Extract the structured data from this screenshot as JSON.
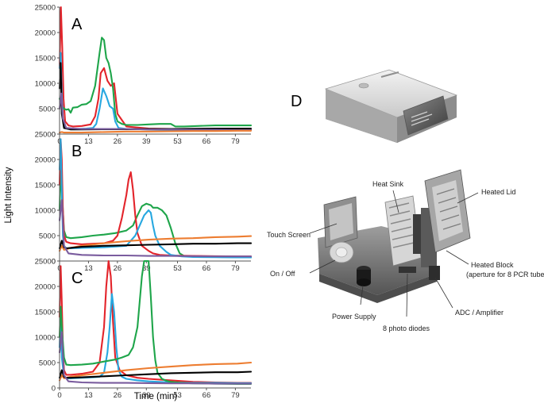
{
  "chart_data": [
    {
      "type": "line",
      "panel_label": "A",
      "ylabel": "Light Intensity",
      "xlabel": "Time (min)",
      "xlim": [
        0,
        86
      ],
      "ylim": [
        0,
        25000
      ],
      "yticks": [
        "0",
        "5000",
        "10000",
        "15000",
        "20000",
        "25000"
      ],
      "xticks": [
        "0",
        "13",
        "26",
        "39",
        "53",
        "66",
        "79"
      ],
      "grid": false,
      "series": [
        {
          "color": "#e3242b",
          "x": [
            0,
            0.6,
            1.2,
            1.8,
            2.5,
            4,
            6,
            10,
            14,
            16,
            17.5,
            18.5,
            20,
            21.5,
            23,
            24.5,
            26,
            30,
            40,
            50,
            60,
            70,
            80,
            86
          ],
          "y": [
            13000,
            25000,
            17000,
            7000,
            2500,
            1700,
            1500,
            1600,
            1900,
            3500,
            7000,
            12000,
            13000,
            10500,
            9500,
            10000,
            4000,
            1500,
            1100,
            1000,
            950,
            900,
            850,
            850
          ]
        },
        {
          "color": "#1ea54a",
          "x": [
            0,
            1,
            2,
            3,
            4,
            5,
            6,
            8,
            10,
            12,
            14,
            16,
            18,
            19,
            20,
            21,
            22,
            23,
            24,
            25,
            26,
            28,
            30,
            35,
            40,
            45,
            50,
            52,
            56,
            62,
            70,
            80,
            86
          ],
          "y": [
            7000,
            5500,
            5000,
            4800,
            4900,
            4200,
            5200,
            5300,
            5800,
            5900,
            6500,
            9500,
            16000,
            19000,
            18500,
            15000,
            14000,
            12000,
            9000,
            4000,
            2500,
            2000,
            1800,
            1800,
            1900,
            2000,
            2000,
            1500,
            1500,
            1600,
            1700,
            1700,
            1700
          ]
        },
        {
          "color": "#27a8e0",
          "x": [
            0,
            0.5,
            1,
            1.5,
            2,
            3,
            5,
            8,
            12,
            15,
            16.5,
            18,
            19.5,
            21,
            22.5,
            24,
            25,
            26.5,
            30,
            40,
            50,
            60,
            70,
            80,
            86
          ],
          "y": [
            13000,
            16000,
            8000,
            3000,
            1500,
            1100,
            1000,
            1000,
            1100,
            1200,
            2000,
            5000,
            9000,
            7500,
            5500,
            5000,
            2500,
            1200,
            1000,
            900,
            800,
            800,
            750,
            750,
            750
          ]
        },
        {
          "color": "#000000",
          "x": [
            0,
            0.5,
            1,
            2,
            5,
            10,
            20,
            30,
            40,
            50,
            60,
            70,
            80,
            86
          ],
          "y": [
            9000,
            14000,
            4000,
            1200,
            900,
            900,
            950,
            950,
            1000,
            1000,
            1050,
            1100,
            1100,
            1100
          ]
        },
        {
          "color": "#7a5c9e",
          "x": [
            0,
            0.8,
            1.5,
            3,
            10,
            20,
            30,
            40,
            50,
            60,
            70,
            80,
            86
          ],
          "y": [
            5000,
            8000,
            3000,
            1200,
            1000,
            1000,
            1000,
            900,
            900,
            850,
            850,
            800,
            800
          ]
        },
        {
          "color": "#ed7d31",
          "x": [
            0,
            1,
            2,
            5,
            10,
            20,
            30,
            40,
            50,
            60,
            70,
            80,
            86
          ],
          "y": [
            300,
            400,
            300,
            300,
            300,
            400,
            500,
            500,
            550,
            600,
            600,
            650,
            650
          ]
        }
      ]
    },
    {
      "type": "line",
      "panel_label": "B",
      "xlim": [
        0,
        86
      ],
      "ylim": [
        0,
        25000
      ],
      "yticks": [
        "0",
        "5000",
        "10000",
        "15000",
        "20000",
        "25000"
      ],
      "xticks": [
        "0",
        "13",
        "26",
        "39",
        "53",
        "66",
        "79"
      ],
      "grid": false,
      "series": [
        {
          "color": "#1ea54a",
          "x": [
            0,
            0.5,
            1,
            2,
            3,
            5,
            10,
            15,
            20,
            25,
            30,
            33,
            35,
            37,
            39,
            41,
            42,
            44,
            46,
            48,
            50,
            52,
            54,
            56,
            60,
            70,
            80,
            86
          ],
          "y": [
            10000,
            18000,
            14000,
            6000,
            4700,
            4500,
            4700,
            5000,
            5200,
            5500,
            6000,
            7000,
            9000,
            10800,
            11300,
            11000,
            10500,
            10500,
            10000,
            9000,
            6500,
            3500,
            1500,
            1000,
            900,
            800,
            750,
            700
          ]
        },
        {
          "color": "#e3242b",
          "x": [
            0,
            0.5,
            1,
            1.5,
            2,
            3,
            5,
            10,
            15,
            20,
            24,
            26,
            28,
            30,
            31,
            32,
            33,
            34,
            35,
            37,
            40,
            42,
            45,
            50,
            60,
            70,
            80,
            86
          ],
          "y": [
            15000,
            24000,
            20000,
            10000,
            5000,
            3800,
            3500,
            3300,
            3400,
            3500,
            4000,
            5000,
            8500,
            13000,
            16000,
            17500,
            14000,
            9000,
            5500,
            3000,
            2000,
            1500,
            1200,
            1100,
            1000,
            950,
            900,
            900
          ]
        },
        {
          "color": "#27a8e0",
          "x": [
            0,
            0.5,
            1,
            1.5,
            2,
            3,
            5,
            10,
            20,
            30,
            34,
            36,
            38,
            40,
            41,
            42,
            43,
            45,
            48,
            50,
            55,
            60,
            70,
            80,
            86
          ],
          "y": [
            18000,
            24000,
            14000,
            5000,
            3000,
            2500,
            2500,
            2600,
            2700,
            3000,
            5000,
            7000,
            9000,
            10000,
            9500,
            7000,
            5000,
            3000,
            1800,
            1200,
            900,
            800,
            750,
            700,
            700
          ]
        },
        {
          "color": "#ed7d31",
          "x": [
            0,
            1,
            2,
            3,
            5,
            10,
            20,
            30,
            40,
            50,
            60,
            70,
            80,
            86
          ],
          "y": [
            2000,
            3000,
            2200,
            2300,
            2600,
            3000,
            3500,
            3900,
            4200,
            4400,
            4500,
            4700,
            4800,
            4900
          ]
        },
        {
          "color": "#000000",
          "x": [
            0,
            1,
            2,
            3,
            5,
            10,
            20,
            30,
            40,
            50,
            60,
            70,
            80,
            86
          ],
          "y": [
            2500,
            4000,
            2700,
            2500,
            2600,
            2800,
            3000,
            3100,
            3200,
            3300,
            3400,
            3400,
            3500,
            3500
          ]
        },
        {
          "color": "#7a5c9e",
          "x": [
            0,
            1,
            2,
            4,
            10,
            20,
            30,
            40,
            50,
            60,
            70,
            80,
            86
          ],
          "y": [
            8000,
            12000,
            3000,
            1500,
            1200,
            1100,
            1100,
            1000,
            1000,
            950,
            900,
            900,
            900
          ]
        }
      ]
    },
    {
      "type": "line",
      "panel_label": "C",
      "xlim": [
        0,
        86
      ],
      "ylim": [
        0,
        25000
      ],
      "yticks": [
        "0",
        "5000",
        "10000",
        "15000",
        "20000",
        "25000"
      ],
      "xticks": [
        "0",
        "13",
        "26",
        "39",
        "53",
        "66",
        "79"
      ],
      "grid": false,
      "series": [
        {
          "color": "#e3242b",
          "x": [
            0,
            0.5,
            1,
            1.5,
            2,
            3,
            5,
            10,
            15,
            18,
            20,
            21,
            22,
            23,
            24,
            25,
            27,
            30,
            35,
            40,
            50,
            60,
            70,
            80,
            86
          ],
          "y": [
            14000,
            24000,
            17000,
            8000,
            3500,
            2600,
            2600,
            2800,
            3200,
            5000,
            12000,
            20000,
            25500,
            22000,
            13000,
            6000,
            3500,
            2500,
            2000,
            1800,
            1500,
            1200,
            1100,
            1000,
            1000
          ]
        },
        {
          "color": "#27a8e0",
          "x": [
            0,
            0.5,
            1,
            2,
            3,
            5,
            10,
            15,
            18,
            20,
            21.5,
            22.5,
            23.5,
            24.5,
            25.5,
            26.5,
            28,
            30,
            35,
            40,
            50,
            60,
            70,
            80,
            86
          ],
          "y": [
            8000,
            14000,
            6000,
            2200,
            1900,
            1900,
            2000,
            2100,
            2200,
            3000,
            7000,
            12000,
            18500,
            15000,
            8000,
            3500,
            2200,
            1800,
            1500,
            1300,
            1100,
            1000,
            1000,
            950,
            950
          ]
        },
        {
          "color": "#1ea54a",
          "x": [
            0,
            0.5,
            1,
            2,
            3,
            5,
            10,
            15,
            20,
            25,
            28,
            31,
            33,
            35,
            36,
            37,
            38,
            39,
            40,
            41,
            42,
            43,
            44,
            46,
            48,
            50,
            55,
            60,
            70,
            80,
            86
          ],
          "y": [
            10000,
            16000,
            12000,
            6000,
            4600,
            4500,
            4600,
            4800,
            5200,
            5600,
            6000,
            6500,
            8000,
            12000,
            17000,
            22000,
            26000,
            27500,
            26000,
            18000,
            10000,
            5500,
            3000,
            1800,
            1400,
            1200,
            1000,
            900,
            850,
            800,
            800
          ]
        },
        {
          "color": "#ed7d31",
          "x": [
            0,
            1,
            2,
            3,
            5,
            10,
            20,
            30,
            40,
            50,
            60,
            70,
            80,
            86
          ],
          "y": [
            1500,
            2500,
            1900,
            2000,
            2200,
            2500,
            3000,
            3500,
            3900,
            4200,
            4500,
            4700,
            4800,
            5000
          ]
        },
        {
          "color": "#000000",
          "x": [
            0,
            1,
            2,
            3,
            5,
            10,
            20,
            30,
            40,
            50,
            60,
            70,
            80,
            86
          ],
          "y": [
            2000,
            3500,
            2200,
            2000,
            2000,
            2100,
            2300,
            2500,
            2700,
            2900,
            3000,
            3100,
            3100,
            3200
          ]
        },
        {
          "color": "#7a5c9e",
          "x": [
            0,
            1,
            2,
            4,
            10,
            20,
            30,
            40,
            50,
            60,
            70,
            80,
            86
          ],
          "y": [
            7000,
            11000,
            2500,
            1300,
            1100,
            1000,
            1000,
            950,
            900,
            900,
            850,
            850,
            850
          ]
        }
      ]
    }
  ],
  "device": {
    "panel_label": "D",
    "callouts": {
      "heat_sink": "Heat Sink",
      "heated_lid": "Heated Lid",
      "touch_screen": "Touch Screen",
      "on_off": "On / Off",
      "heated_block_line1": "Heated Block",
      "heated_block_line2": "(aperture for 8 PCR tubes)",
      "adc_amplifier": "ADC / Amplifier",
      "power_supply": "Power Supply",
      "photo_diodes": "8 photo diodes"
    }
  }
}
